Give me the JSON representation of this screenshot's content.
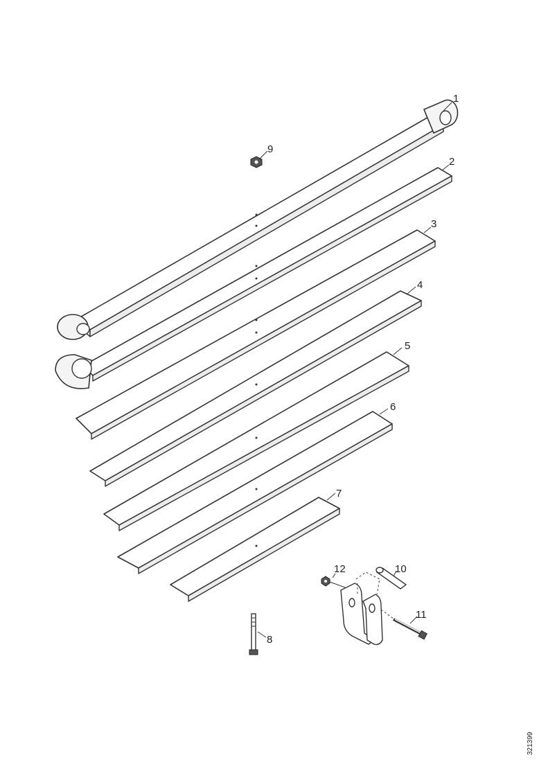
{
  "callouts": [
    {
      "id": "leaf-1",
      "label": "1"
    },
    {
      "id": "leaf-2",
      "label": "2"
    },
    {
      "id": "leaf-3",
      "label": "3"
    },
    {
      "id": "leaf-4",
      "label": "4"
    },
    {
      "id": "leaf-5",
      "label": "5"
    },
    {
      "id": "leaf-6",
      "label": "6"
    },
    {
      "id": "leaf-7",
      "label": "7"
    },
    {
      "id": "centre-bolt",
      "label": "8"
    },
    {
      "id": "nut",
      "label": "9"
    },
    {
      "id": "shackle-pin",
      "label": "10"
    },
    {
      "id": "shackle-bolt",
      "label": "11"
    },
    {
      "id": "shackle-nut",
      "label": "12"
    }
  ],
  "drawing_code": "321399"
}
